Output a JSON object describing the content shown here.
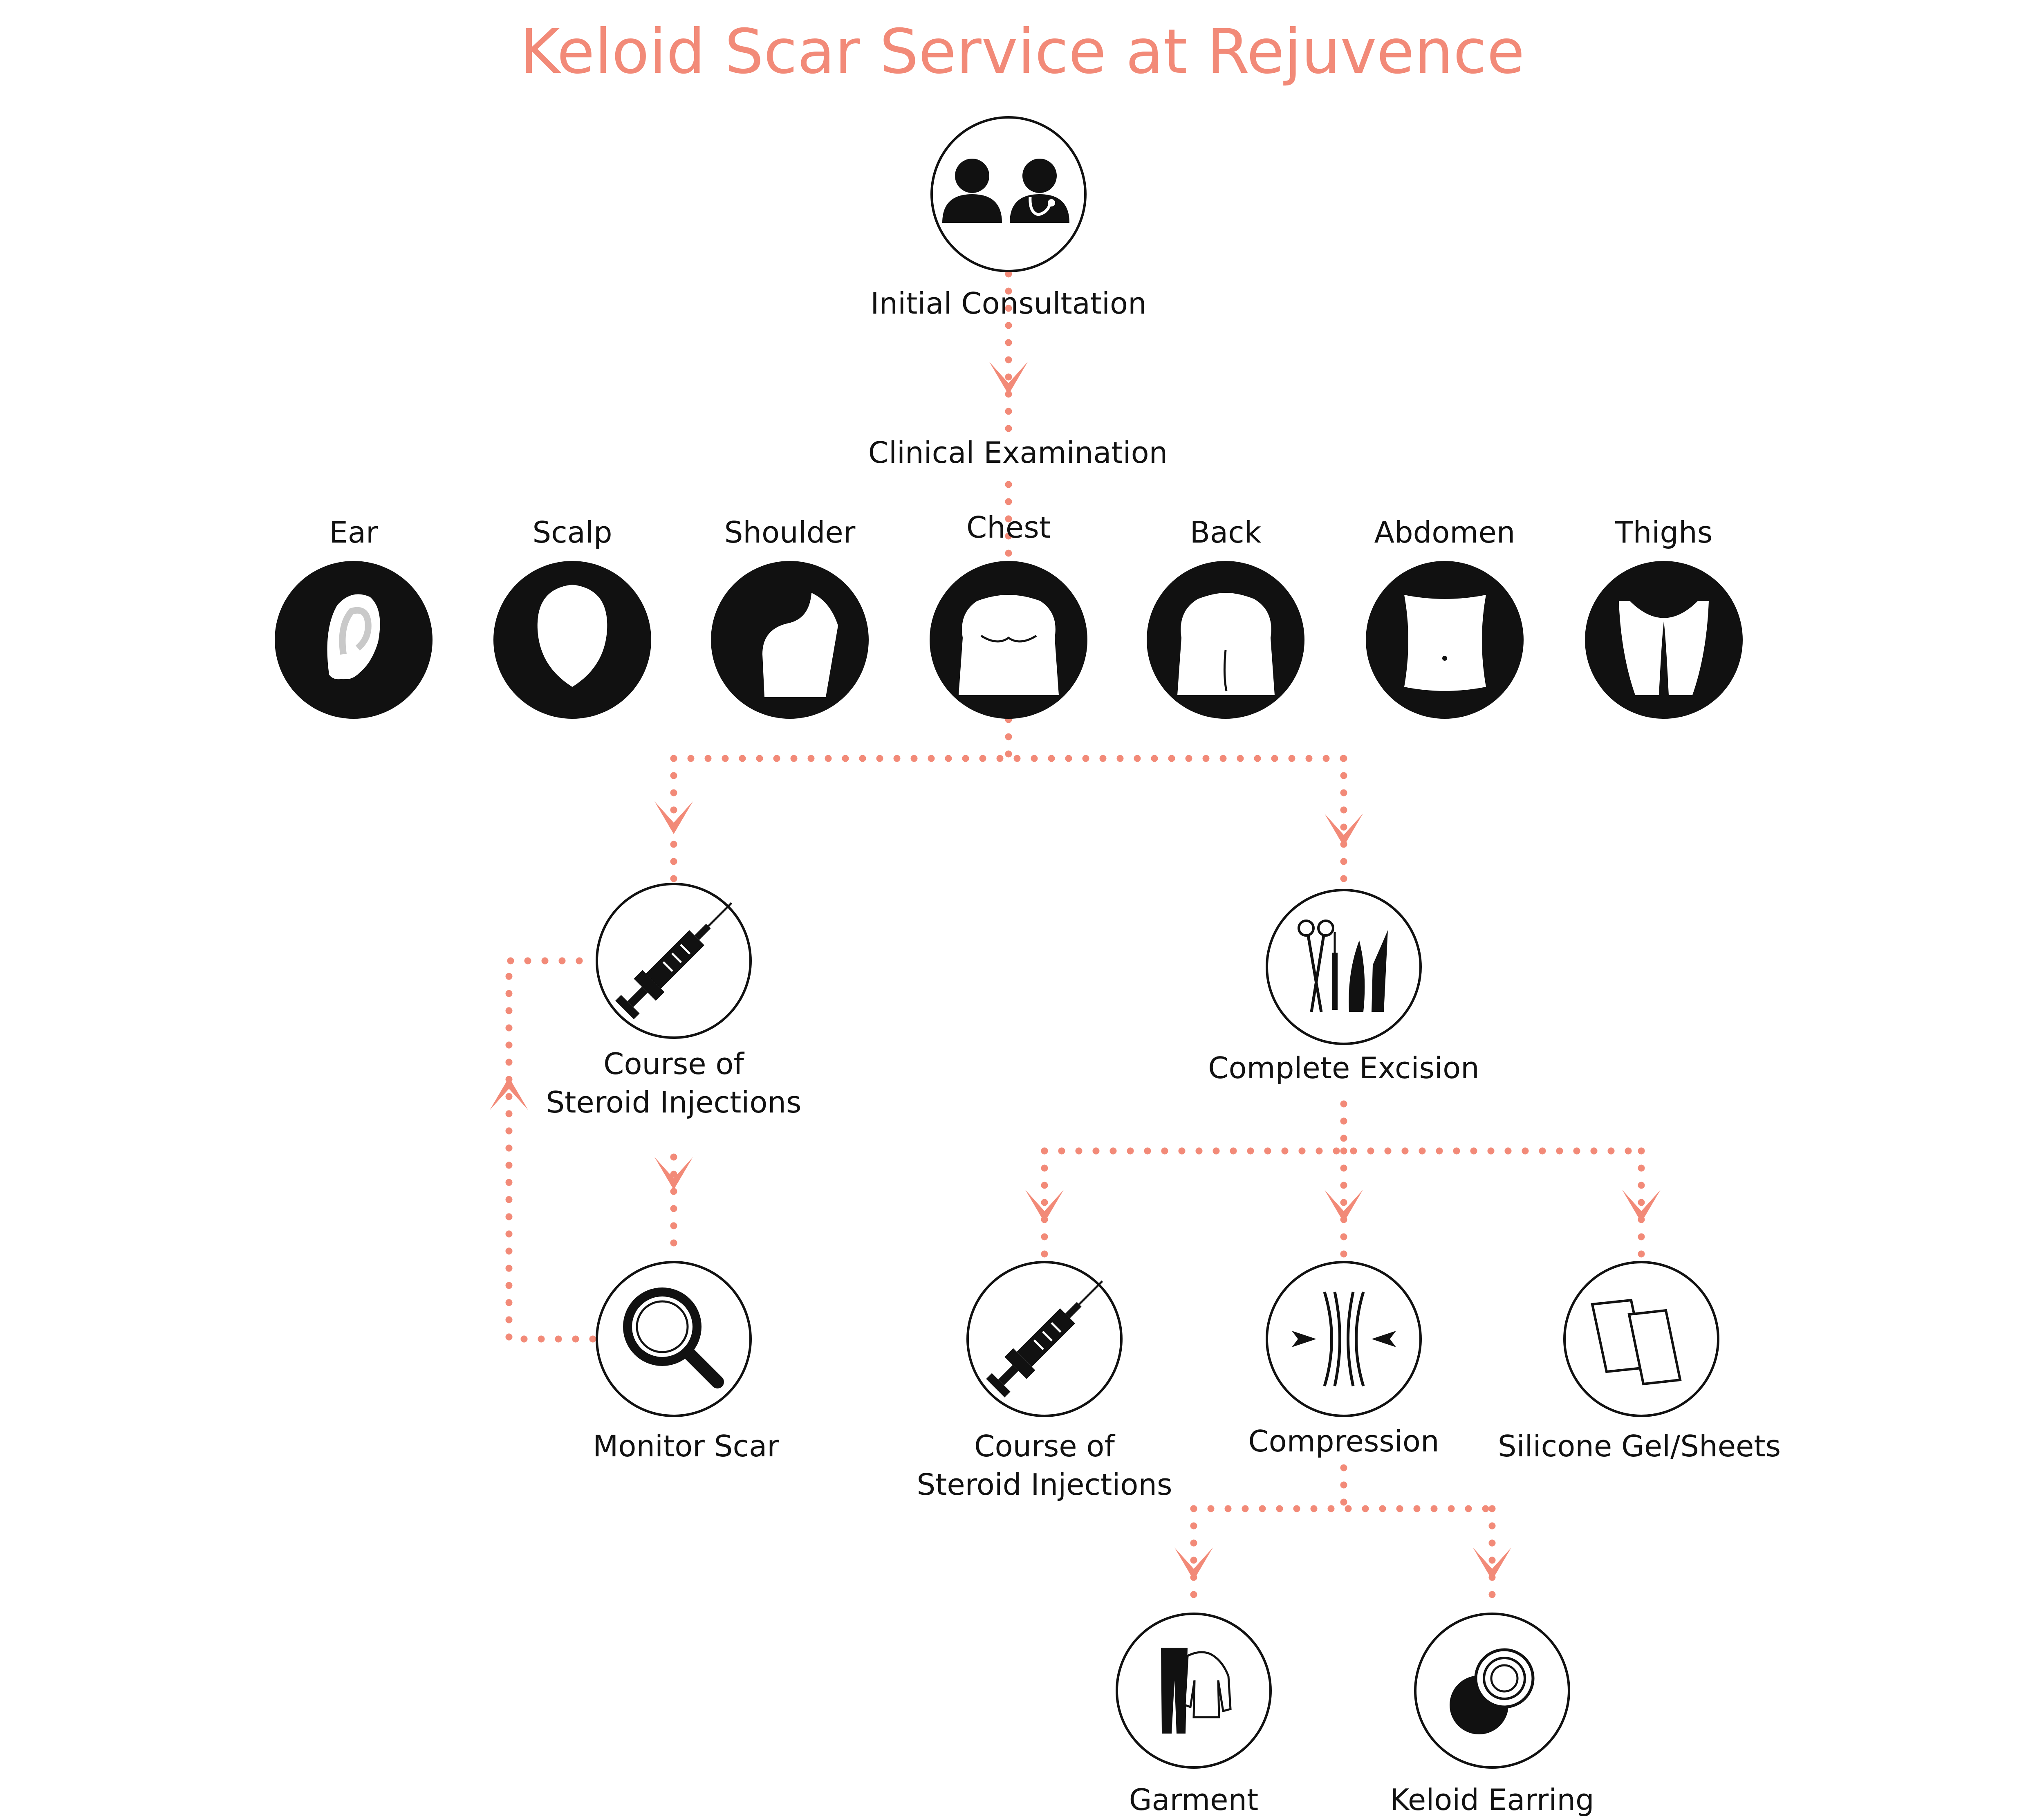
{
  "title": "Keloid Scar Service at Rejuvence",
  "colors": {
    "accent": "#F28A78",
    "ink": "#111111",
    "background": "#FFFFFF"
  },
  "nodes": {
    "initial_consultation": {
      "label": "Initial Consultation",
      "icon": "patient-and-doctor-icon"
    },
    "clinical_examination": {
      "label": "Clinical Examination"
    },
    "body_areas": [
      {
        "label": "Ear",
        "icon": "ear-icon"
      },
      {
        "label": "Scalp",
        "icon": "scalp-icon"
      },
      {
        "label": "Shoulder",
        "icon": "shoulder-icon"
      },
      {
        "label": "Chest",
        "icon": "chest-icon"
      },
      {
        "label": "Back",
        "icon": "back-icon"
      },
      {
        "label": "Abdomen",
        "icon": "abdomen-icon"
      },
      {
        "label": "Thighs",
        "icon": "thighs-icon"
      }
    ],
    "steroid_injections": {
      "line1": "Course of",
      "line2": "Steroid Injections",
      "icon": "syringe-icon"
    },
    "monitor_scar": {
      "label": "Monitor Scar",
      "icon": "magnifying-glass-icon"
    },
    "complete_excision": {
      "label": "Complete Excision",
      "icon": "surgical-instruments-icon"
    },
    "post_steroid_injections": {
      "line1": "Course of",
      "line2": "Steroid Injections",
      "icon": "syringe-icon"
    },
    "compression": {
      "label": "Compression",
      "icon": "compression-icon"
    },
    "silicone": {
      "label": "Silicone Gel/Sheets",
      "icon": "silicone-sheets-icon"
    },
    "garment": {
      "label": "Garment",
      "icon": "garment-icon"
    },
    "keloid_earring": {
      "label": "Keloid Earring",
      "icon": "keloid-earring-icon"
    }
  }
}
